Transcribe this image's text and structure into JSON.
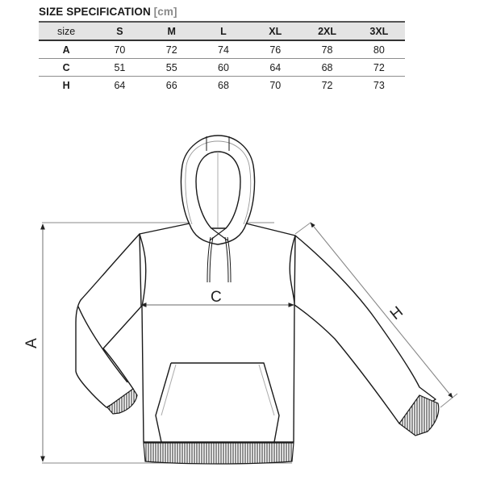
{
  "header": {
    "title": "SIZE SPECIFICATION",
    "unit": "[cm]"
  },
  "table": {
    "columns": [
      "size",
      "S",
      "M",
      "L",
      "XL",
      "2XL",
      "3XL"
    ],
    "rows": [
      {
        "label": "A",
        "values": [
          "70",
          "72",
          "74",
          "76",
          "78",
          "80"
        ]
      },
      {
        "label": "C",
        "values": [
          "51",
          "55",
          "60",
          "64",
          "68",
          "72"
        ]
      },
      {
        "label": "H",
        "values": [
          "64",
          "66",
          "68",
          "70",
          "72",
          "73"
        ]
      }
    ]
  },
  "diagram": {
    "subject": "hoodie-technical-drawing",
    "labels": {
      "length": "A",
      "chest_width": "C",
      "sleeve_length": "H"
    },
    "colors": {
      "outline": "#1a1a1a",
      "guide": "#7a7a7a",
      "header_bg": "#e4e4e4"
    }
  }
}
